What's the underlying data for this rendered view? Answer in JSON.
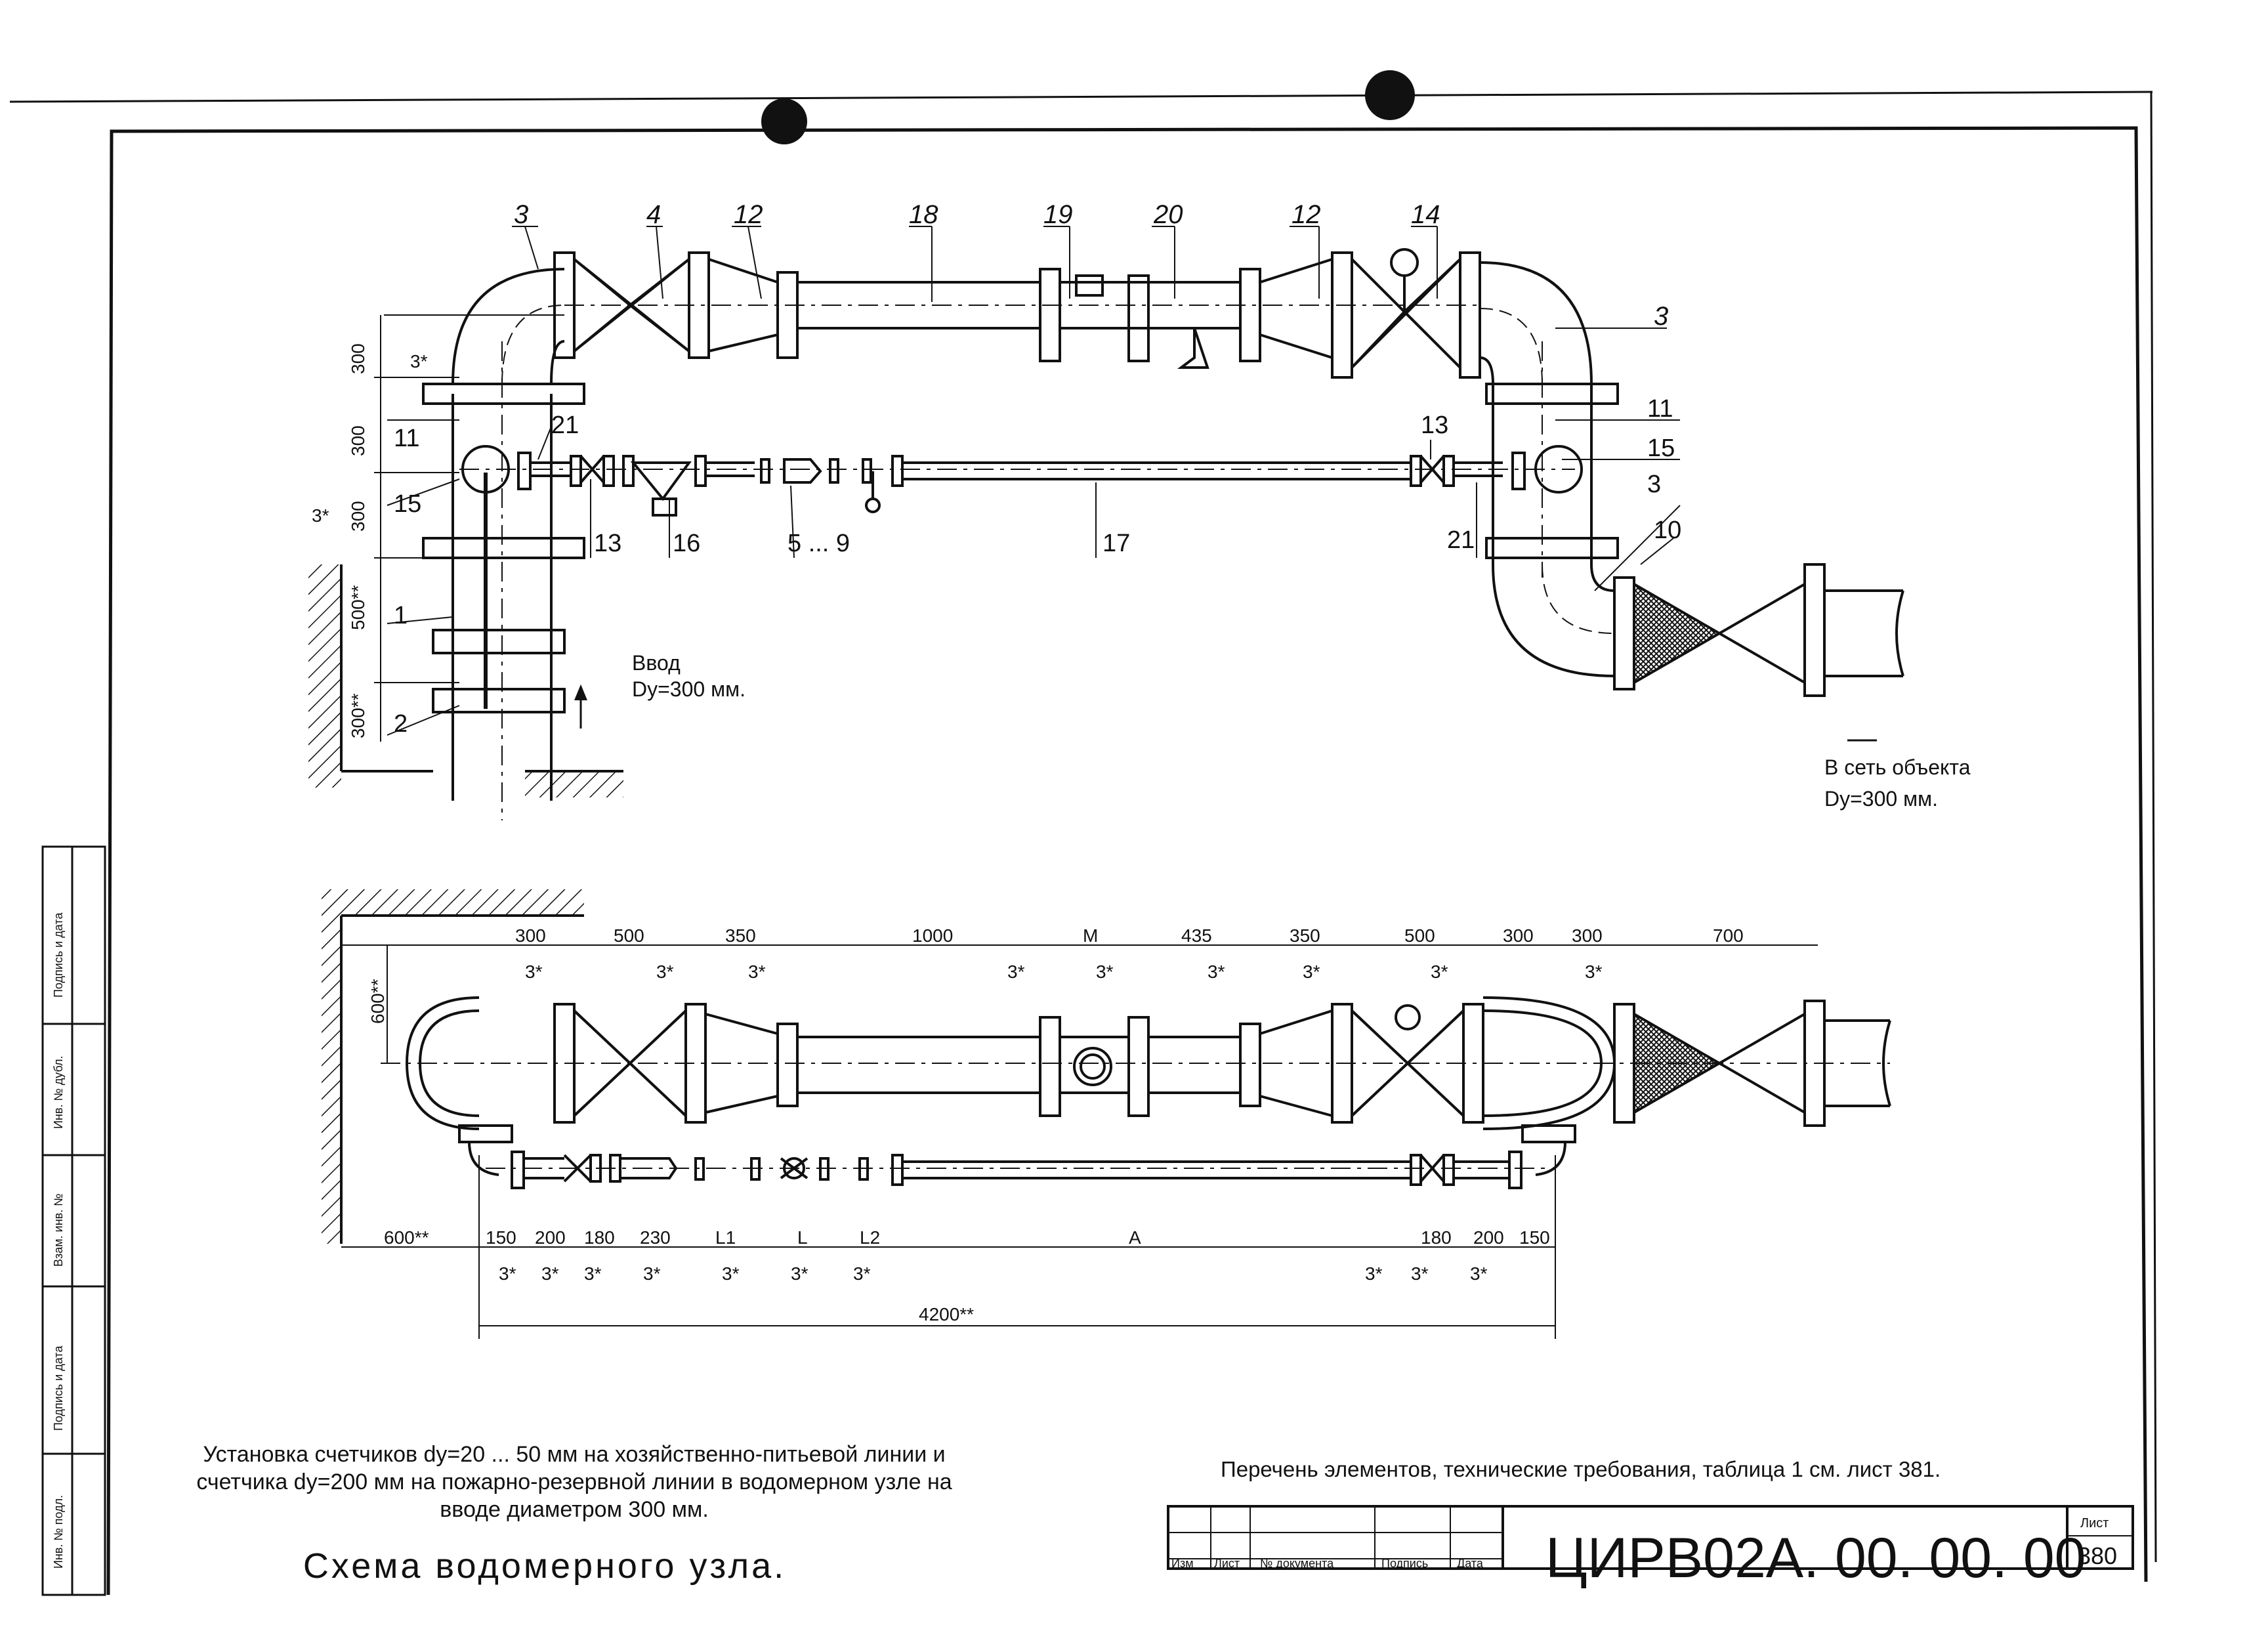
{
  "labels": {
    "top": [
      "3",
      "4",
      "12",
      "18",
      "19",
      "20",
      "12",
      "14",
      "3",
      "11",
      "15",
      "3",
      "10",
      "13",
      "21",
      "17",
      "11",
      "21",
      "15",
      "13",
      "16",
      "5 ... 9",
      "3*",
      "3*",
      "1",
      "2"
    ],
    "inlet_line1": "Ввод",
    "inlet_line2": "Dy=300 мм.",
    "outlet_line1": "В сеть объекта",
    "outlet_line2": "Dy=300 мм."
  },
  "dims_top": [
    "300",
    "300",
    "300",
    "500**",
    "300**"
  ],
  "dims_bottom_upper": [
    "300",
    "500",
    "350",
    "1000",
    "М",
    "435",
    "350",
    "500",
    "300",
    "300",
    "700"
  ],
  "dims_bottom_lower": [
    "150",
    "200",
    "180",
    "230",
    "L1",
    "L",
    "L2",
    "А",
    "180",
    "200",
    "150"
  ],
  "dim_side_600": "600**",
  "dim_left_600": "600**",
  "dim_total": "4200**",
  "weld_mark": "3*",
  "side_stamp": [
    "Подпись и дата",
    "Инв. № дубл.",
    "Взам. инв. №",
    "Подпись и дата",
    "Инв. № подл."
  ],
  "caption_main": "Установка счетчиков dy=20 ... 50 мм на хозяйственно-питьевой линии и счетчика dy=200 мм на пожарно-резервной линии в водомерном узле на вводе диаметром 300 мм.",
  "caption_title": "Схема водомерного узла.",
  "caption_note": "Перечень элементов, технические требования, таблица 1 см. лист 381.",
  "doc_code": "ЦИРВ02А. 00. 00. 00",
  "sheet_label": "Лист",
  "sheet_number": "380",
  "title_block_headers": [
    "Изм",
    "Лист",
    "№ документа",
    "Подпись",
    "Дата"
  ]
}
